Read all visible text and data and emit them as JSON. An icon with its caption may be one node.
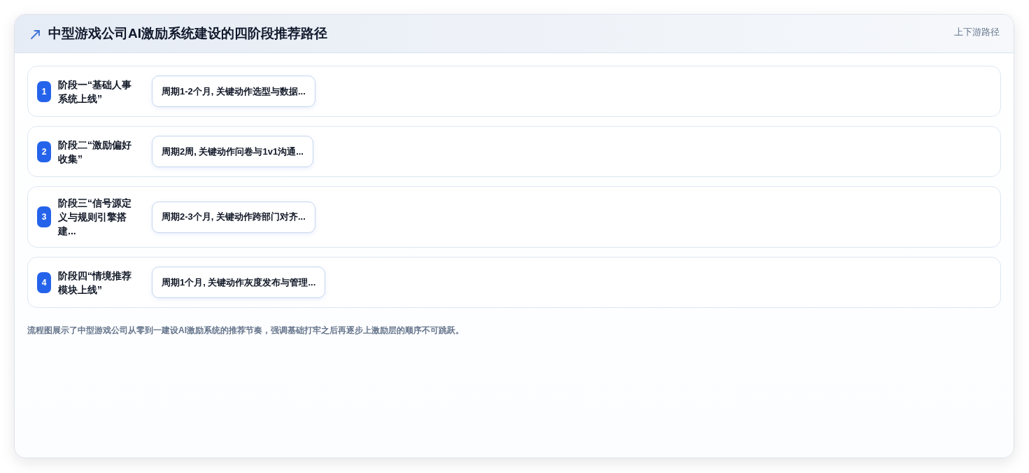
{
  "diagram": {
    "title": "中型游戏公司AI激励系统建设的四阶段推荐路径",
    "caption": "流程图展示了中型游戏公司从零到一建设AI激励系统的推荐节奏，强调基础打牢之后再逐步上激励层的顺序不可跳跃。",
    "nodes": [
      {
        "text": [
          "阶段一“基础人事系统上线”"
        ]
      },
      {
        "text": [
          "1"
        ],
        "in": 0
      },
      {
        "text": [
          "周期1-2个月, 关键动作选型与数据..."
        ],
        "in": 0
      },
      {
        "text": [
          "阶段二“激励偏好收集”"
        ]
      },
      {
        "text": [
          "2"
        ],
        "in": 3
      },
      {
        "text": [
          "周期2周, 关键动作问卷与1v1沟通..."
        ],
        "in": 3
      },
      {
        "text": [
          "阶段三“信号源定义与规则引擎搭建..."
        ]
      },
      {
        "text": [
          "3"
        ],
        "in": 6
      },
      {
        "text": [
          "周期2-3个月, 关键动作跨部门对齐..."
        ],
        "in": 6
      },
      {
        "text": [
          "阶段四“情境推荐模块上线”"
        ]
      },
      {
        "text": [
          "4"
        ],
        "in": 9
      },
      {
        "text": [
          "周期1个月, 关键动作灰度发布与管理..."
        ],
        "in": 9
      }
    ],
    "labels": [
      "上下游路径"
    ]
  }
}
